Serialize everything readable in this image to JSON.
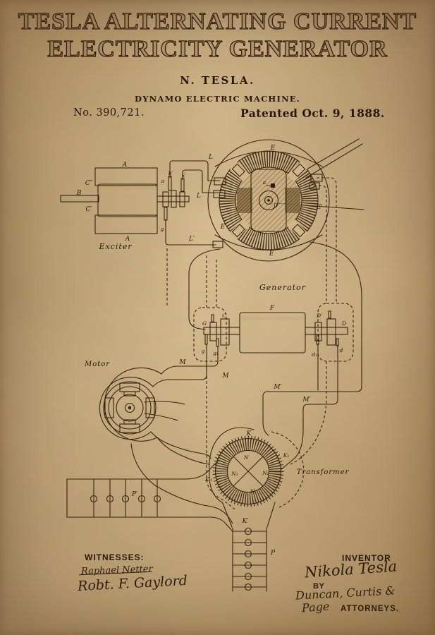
{
  "poster": {
    "title_line1": "TESLA ALTERNATING CURRENT",
    "title_line2": "ELECTRICITY GENERATOR",
    "inventor_name": "N. TESLA.",
    "drawing_title": "DYNAMO ELECTRIC MACHINE.",
    "patent_number": "No. 390,721.",
    "patent_date": "Patented Oct. 9, 1888."
  },
  "drawing": {
    "captions": {
      "exciter": "Exciter",
      "generator": "Generator",
      "motor": "Motor",
      "transformer": "Transformer"
    },
    "parts": {
      "exciter_frame_top": "A",
      "exciter_frame_bottom": "A",
      "exciter_shaft": "B",
      "exciter_c2": "C″",
      "exciter_c1": "C′",
      "exciter_a": "a",
      "exciter_b1": "b′",
      "exciter_x1": "x′",
      "exciter_g": "g",
      "ring_e_top": "E",
      "ring_e_bottom": "E",
      "ring_l_upper": "L",
      "ring_l_lower": "L",
      "ring_l_prime": "L′",
      "ring_e1_left": "E′",
      "ring_e1_right": "E′",
      "ring_a": "a",
      "ring_d": "D",
      "gen_f": "F",
      "gen_g_shaft": "G",
      "gen_c": "C",
      "gen_d_prime": "D′",
      "gen_d": "D",
      "gen_brush_g": "g",
      "gen_brush_g1": "g₁",
      "gen_brush_d1": "d₁",
      "gen_brush_d": "d",
      "wire_m_upper": "M",
      "wire_m_lower": "M",
      "wire_m1_upper": "M′",
      "wire_m1_lower": "M′",
      "tr_k_top": "K",
      "tr_k_bottom": "K′",
      "tr_k1_right": "K₁",
      "tr_k1_left": "K′₁",
      "tr_n_top": "N′",
      "tr_n1": "N₁",
      "tr_n2": "N₂",
      "tr_n_bottom": "N",
      "lamps_p1": "P′",
      "lamps_p": "P"
    }
  },
  "footer": {
    "witnesses_heading": "WITNESSES:",
    "witness_signature_1": "Raphael Netter",
    "witness_signature_2": "Robt. F. Gaylord",
    "inventor_heading": "INVENTOR",
    "inventor_signature": "Nikola Tesla",
    "by_label": "BY",
    "attorneys_signature_line1": "Duncan, Curtis &",
    "attorneys_signature_line2": "Page",
    "attorneys_label": "ATTORNEYS."
  },
  "colors": {
    "parchment": "#cfb286",
    "ink": "#33220f"
  }
}
